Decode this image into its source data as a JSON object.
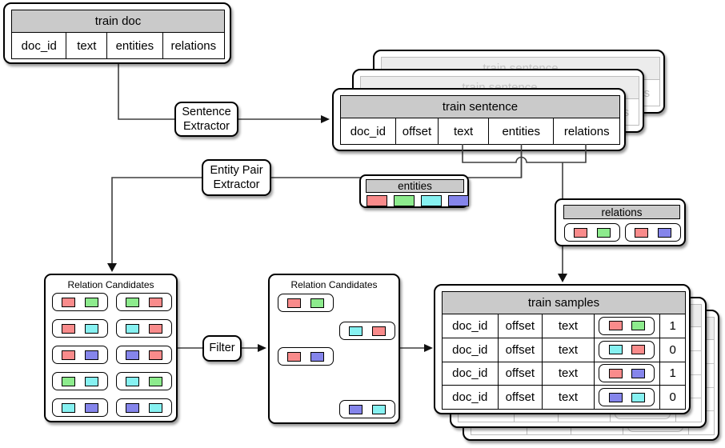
{
  "colors": {
    "red": "#F98B8B",
    "green": "#8DEB8D",
    "cyan": "#86F1F1",
    "blue": "#8585EB",
    "header_gray": "#CACACA",
    "line": "#3F3F3F"
  },
  "train_doc": {
    "title": "train doc",
    "columns": [
      "doc_id",
      "text",
      "entities",
      "relations"
    ]
  },
  "sentence_extractor": {
    "label": [
      "Sentence",
      "Extractor"
    ]
  },
  "train_sentence": {
    "title": "train sentence",
    "columns": [
      "doc_id",
      "offset",
      "text",
      "entities",
      "relations"
    ],
    "stacked_copies": 3
  },
  "entity_pair_extractor": {
    "label": [
      "Entity Pair",
      "Extractor"
    ]
  },
  "entities_chip": {
    "title": "entities",
    "swatches": [
      "red",
      "green",
      "cyan",
      "blue"
    ]
  },
  "relations_chip": {
    "title": "relations",
    "pairs": [
      [
        "red",
        "green"
      ],
      [
        "red",
        "blue"
      ]
    ]
  },
  "relation_candidates": {
    "title": "Relation Candidates",
    "pairs": [
      [
        "red",
        "green"
      ],
      [
        "green",
        "red"
      ],
      [
        "red",
        "cyan"
      ],
      [
        "cyan",
        "red"
      ],
      [
        "red",
        "blue"
      ],
      [
        "blue",
        "red"
      ],
      [
        "green",
        "cyan"
      ],
      [
        "cyan",
        "green"
      ],
      [
        "cyan",
        "blue"
      ],
      [
        "blue",
        "cyan"
      ]
    ]
  },
  "filter": {
    "label": "Filter"
  },
  "relation_candidates_filtered": {
    "title": "Relation Candidates",
    "pairs": [
      [
        "red",
        "green"
      ],
      [
        "cyan",
        "red"
      ],
      [
        "red",
        "blue"
      ],
      [
        "blue",
        "cyan"
      ]
    ]
  },
  "train_samples": {
    "title": "train samples",
    "stacked_copies": 3,
    "rows": [
      {
        "doc_id": "doc_id",
        "offset": "offset",
        "text": "text",
        "pair": [
          "red",
          "green"
        ],
        "label": "1"
      },
      {
        "doc_id": "doc_id",
        "offset": "offset",
        "text": "text",
        "pair": [
          "cyan",
          "red"
        ],
        "label": "0"
      },
      {
        "doc_id": "doc_id",
        "offset": "offset",
        "text": "text",
        "pair": [
          "red",
          "blue"
        ],
        "label": "1"
      },
      {
        "doc_id": "doc_id",
        "offset": "offset",
        "text": "text",
        "pair": [
          "blue",
          "cyan"
        ],
        "label": "0"
      }
    ]
  }
}
